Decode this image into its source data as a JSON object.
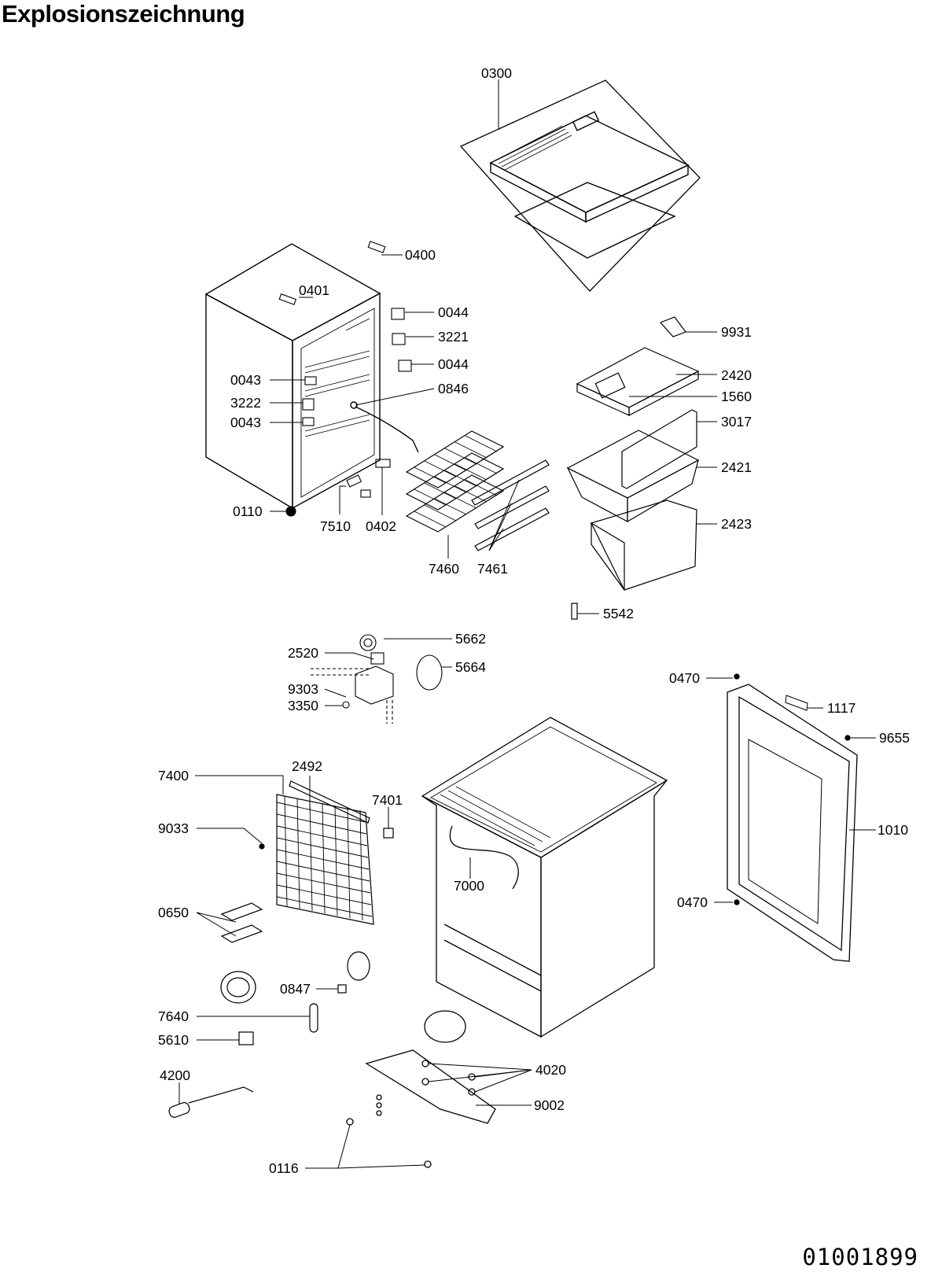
{
  "title": "Explosionszeichnung",
  "document_number": "01001899",
  "parts": {
    "p0300": "0300",
    "p0400": "0400",
    "p0401": "0401",
    "p0044a": "0044",
    "p3221": "3221",
    "p0044b": "0044",
    "p0043a": "0043",
    "p0846": "0846",
    "p3222": "3222",
    "p0043b": "0043",
    "p0110": "0110",
    "p7510": "7510",
    "p0402": "0402",
    "p7460": "7460",
    "p7461": "7461",
    "p9931": "9931",
    "p2420": "2420",
    "p1560": "1560",
    "p3017": "3017",
    "p2421": "2421",
    "p2423": "2423",
    "p5542": "5542",
    "p5662": "5662",
    "p2520": "2520",
    "p5664": "5664",
    "p9303": "9303",
    "p3350": "3350",
    "p0470a": "0470",
    "p1117": "1117",
    "p9655": "9655",
    "p1010": "1010",
    "p0470b": "0470",
    "p7400": "7400",
    "p2492": "2492",
    "p7401": "7401",
    "p9033": "9033",
    "p7000": "7000",
    "p0650": "0650",
    "p0847": "0847",
    "p7640": "7640",
    "p5610": "5610",
    "p4200": "4200",
    "p4020": "4020",
    "p9002": "9002",
    "p0116": "0116"
  }
}
